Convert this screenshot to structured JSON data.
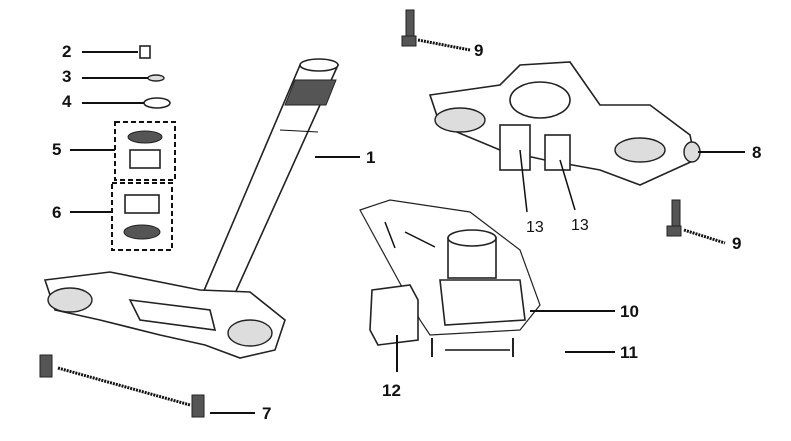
{
  "callouts": {
    "c1": "1",
    "c2": "2",
    "c3": "3",
    "c4": "4",
    "c5": "5",
    "c6": "6",
    "c7": "7",
    "c8": "8",
    "c9a": "9",
    "c9b": "9",
    "c10": "10",
    "c11": "11",
    "c12": "12",
    "c13a": "13",
    "c13b": "13"
  }
}
